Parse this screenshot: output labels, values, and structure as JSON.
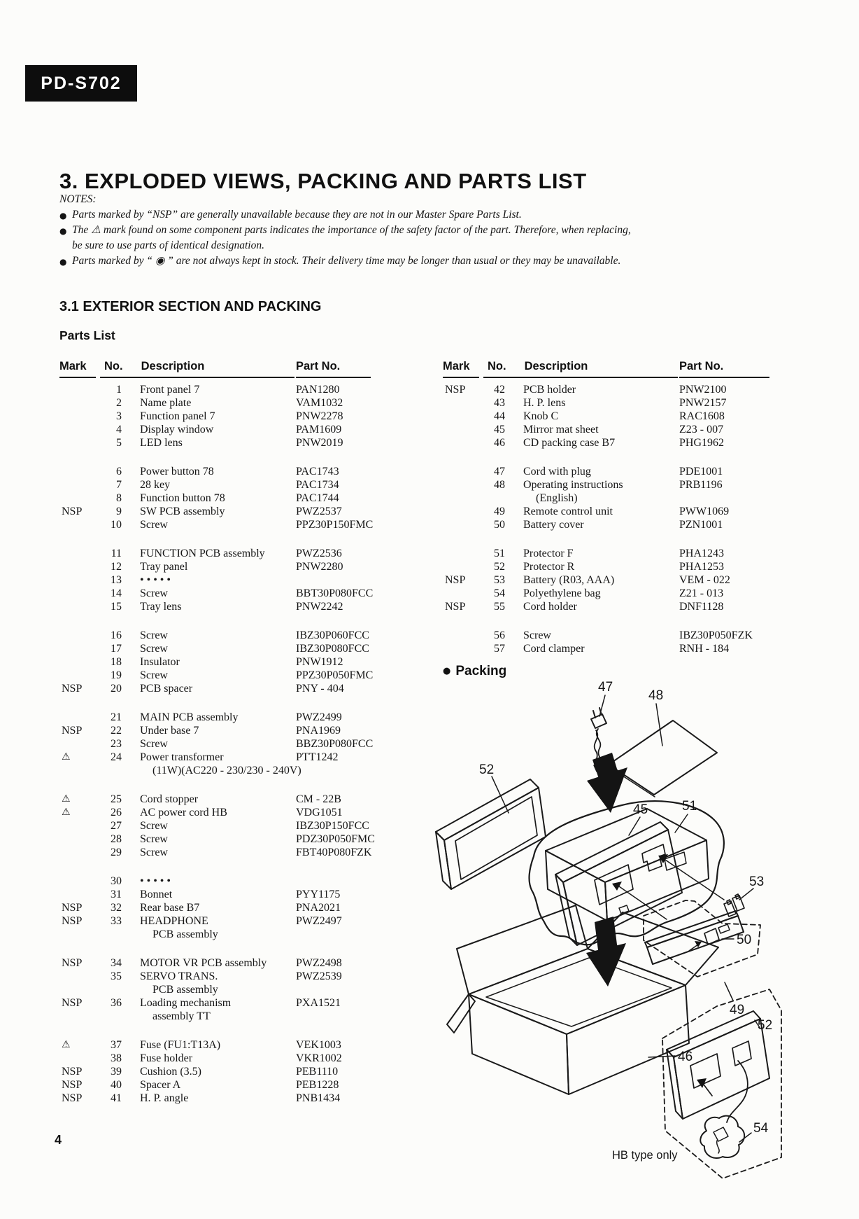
{
  "badge": {
    "label": "PD-S702"
  },
  "title": "3. EXPLODED VIEWS, PACKING AND PARTS LIST",
  "notes": {
    "label": "NOTES:",
    "bullet": "●",
    "items": [
      {
        "lines": [
          "Parts marked by “NSP” are generally unavailable because they are not in our Master Spare Parts List."
        ]
      },
      {
        "lines": [
          "The ⚠ mark found on some component parts indicates the importance of the safety factor of the part. Therefore, when replacing,",
          "be sure to use parts of identical designation."
        ]
      },
      {
        "lines": [
          "Parts marked by “ ◉ ” are not always kept in stock. Their delivery time may be longer than usual or they may be unavailable."
        ]
      }
    ]
  },
  "section": {
    "heading": "3.1 EXTERIOR SECTION AND PACKING",
    "subheading": "Parts List"
  },
  "table_headers": {
    "mark": "Mark",
    "no": "No.",
    "description": "Description",
    "part": "Part No."
  },
  "left_table": {
    "groups": [
      [
        {
          "m": "",
          "n": "1",
          "d": "Front panel 7",
          "p": "PAN1280"
        },
        {
          "m": "",
          "n": "2",
          "d": "Name plate",
          "p": "VAM1032"
        },
        {
          "m": "",
          "n": "3",
          "d": "Function panel 7",
          "p": "PNW2278"
        },
        {
          "m": "",
          "n": "4",
          "d": "Display window",
          "p": "PAM1609"
        },
        {
          "m": "",
          "n": "5",
          "d": "LED lens",
          "p": "PNW2019"
        }
      ],
      [
        {
          "m": "",
          "n": "6",
          "d": "Power button 78",
          "p": "PAC1743"
        },
        {
          "m": "",
          "n": "7",
          "d": "28 key",
          "p": "PAC1734"
        },
        {
          "m": "",
          "n": "8",
          "d": "Function button 78",
          "p": "PAC1744"
        },
        {
          "m": "NSP",
          "n": "9",
          "d": "SW PCB assembly",
          "p": "PWZ2537"
        },
        {
          "m": "",
          "n": "10",
          "d": "Screw",
          "p": "PPZ30P150FMC"
        }
      ],
      [
        {
          "m": "",
          "n": "11",
          "d": "FUNCTION PCB assembly",
          "p": "PWZ2536"
        },
        {
          "m": "",
          "n": "12",
          "d": "Tray panel",
          "p": "PNW2280"
        },
        {
          "m": "",
          "n": "13",
          "d": "• • • • •",
          "p": ""
        },
        {
          "m": "",
          "n": "14",
          "d": "Screw",
          "p": "BBT30P080FCC"
        },
        {
          "m": "",
          "n": "15",
          "d": "Tray lens",
          "p": "PNW2242"
        }
      ],
      [
        {
          "m": "",
          "n": "16",
          "d": "Screw",
          "p": "IBZ30P060FCC"
        },
        {
          "m": "",
          "n": "17",
          "d": "Screw",
          "p": "IBZ30P080FCC"
        },
        {
          "m": "",
          "n": "18",
          "d": "Insulator",
          "p": "PNW1912"
        },
        {
          "m": "",
          "n": "19",
          "d": "Screw",
          "p": "PPZ30P050FMC"
        },
        {
          "m": "NSP",
          "n": "20",
          "d": "PCB spacer",
          "p": "PNY - 404"
        }
      ],
      [
        {
          "m": "",
          "n": "21",
          "d": "MAIN PCB assembly",
          "p": "PWZ2499"
        },
        {
          "m": "NSP",
          "n": "22",
          "d": "Under base 7",
          "p": "PNA1969"
        },
        {
          "m": "",
          "n": "23",
          "d": "Screw",
          "p": "BBZ30P080FCC"
        },
        {
          "m": "⚠",
          "n": "24",
          "d": "Power transformer",
          "p": "PTT1242"
        },
        {
          "m": "",
          "n": "",
          "d": "(11W)(AC220 - 230/230 - 240V)",
          "p": "",
          "cont": true
        }
      ],
      [
        {
          "m": "⚠",
          "n": "25",
          "d": "Cord stopper",
          "p": "CM - 22B"
        },
        {
          "m": "⚠",
          "n": "26",
          "d": "AC power cord HB",
          "p": "VDG1051"
        },
        {
          "m": "",
          "n": "27",
          "d": "Screw",
          "p": "IBZ30P150FCC"
        },
        {
          "m": "",
          "n": "28",
          "d": "Screw",
          "p": "PDZ30P050FMC"
        },
        {
          "m": "",
          "n": "29",
          "d": "Screw",
          "p": "FBT40P080FZK"
        }
      ],
      [
        {
          "m": "",
          "n": "30",
          "d": "• • • • •",
          "p": ""
        },
        {
          "m": "",
          "n": "31",
          "d": "Bonnet",
          "p": "PYY1175"
        },
        {
          "m": "NSP",
          "n": "32",
          "d": "Rear base B7",
          "p": "PNA2021"
        },
        {
          "m": "NSP",
          "n": "33",
          "d": "HEADPHONE",
          "p": "PWZ2497"
        },
        {
          "m": "",
          "n": "",
          "d": "PCB assembly",
          "p": "",
          "cont": true
        }
      ],
      [
        {
          "m": "NSP",
          "n": "34",
          "d": "MOTOR VR PCB assembly",
          "p": "PWZ2498"
        },
        {
          "m": "",
          "n": "35",
          "d": "SERVO TRANS.",
          "p": "PWZ2539"
        },
        {
          "m": "",
          "n": "",
          "d": "PCB assembly",
          "p": "",
          "cont": true
        },
        {
          "m": "NSP",
          "n": "36",
          "d": "Loading mechanism",
          "p": "PXA1521"
        },
        {
          "m": "",
          "n": "",
          "d": "assembly TT",
          "p": "",
          "cont": true
        }
      ],
      [
        {
          "m": "⚠",
          "n": "37",
          "d": "Fuse (FU1:T13A)",
          "p": "VEK1003"
        },
        {
          "m": "",
          "n": "38",
          "d": "Fuse holder",
          "p": "VKR1002"
        },
        {
          "m": "NSP",
          "n": "39",
          "d": "Cushion (3.5)",
          "p": "PEB1110"
        },
        {
          "m": "NSP",
          "n": "40",
          "d": "Spacer A",
          "p": "PEB1228"
        },
        {
          "m": "NSP",
          "n": "41",
          "d": "H. P. angle",
          "p": "PNB1434"
        }
      ]
    ]
  },
  "right_table": {
    "groups": [
      [
        {
          "m": "NSP",
          "n": "42",
          "d": "PCB holder",
          "p": "PNW2100"
        },
        {
          "m": "",
          "n": "43",
          "d": "H. P. lens",
          "p": "PNW2157"
        },
        {
          "m": "",
          "n": "44",
          "d": "Knob C",
          "p": "RAC1608"
        },
        {
          "m": "",
          "n": "45",
          "d": "Mirror mat sheet",
          "p": "Z23 - 007"
        },
        {
          "m": "",
          "n": "46",
          "d": "CD packing case B7",
          "p": "PHG1962"
        }
      ],
      [
        {
          "m": "",
          "n": "47",
          "d": "Cord with plug",
          "p": "PDE1001"
        },
        {
          "m": "",
          "n": "48",
          "d": "Operating instructions",
          "p": "PRB1196"
        },
        {
          "m": "",
          "n": "",
          "d": "(English)",
          "p": "",
          "cont": true
        },
        {
          "m": "",
          "n": "49",
          "d": "Remote control unit",
          "p": "PWW1069"
        },
        {
          "m": "",
          "n": "50",
          "d": "Battery cover",
          "p": "PZN1001"
        }
      ],
      [
        {
          "m": "",
          "n": "51",
          "d": "Protector F",
          "p": "PHA1243"
        },
        {
          "m": "",
          "n": "52",
          "d": "Protector R",
          "p": "PHA1253"
        },
        {
          "m": "NSP",
          "n": "53",
          "d": "Battery (R03, AAA)",
          "p": "VEM - 022"
        },
        {
          "m": "",
          "n": "54",
          "d": "Polyethylene bag",
          "p": "Z21 - 013"
        },
        {
          "m": "NSP",
          "n": "55",
          "d": "Cord holder",
          "p": "DNF1128"
        }
      ],
      [
        {
          "m": "",
          "n": "56",
          "d": "Screw",
          "p": "IBZ30P050FZK"
        },
        {
          "m": "",
          "n": "57",
          "d": "Cord clamper",
          "p": "RNH - 184"
        }
      ]
    ]
  },
  "packing": {
    "bullet": "●",
    "heading": "Packing",
    "hb_note": "HB type only",
    "callouts": {
      "c47": "47",
      "c48": "48",
      "c52a": "52",
      "c45": "45",
      "c51": "51",
      "c53": "53",
      "c50": "50",
      "c49": "49",
      "c46": "46",
      "c52b": "52",
      "c54": "54"
    }
  },
  "page": {
    "number": "4"
  }
}
